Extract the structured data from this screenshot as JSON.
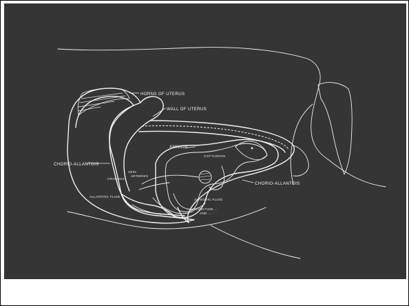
{
  "diagram": {
    "labels": {
      "horns_of_uterus": "HORNS OF UTERUS",
      "wall_of_uterus": "WALL OF UTERUS",
      "amnion": "AMNION",
      "chorio_allantois_left": "CHORIO-ALLANTOIS",
      "chorio_allantois_right": "CHORIO-ALLANTOIS",
      "allantoic_fluid": "ALLANTOIC FLUID",
      "amniotic_fluid": "AMNIOTIC FLUID",
      "cotyledon": "COTYLEDON",
      "urachus": "URACHUS",
      "umbilical_vein": "VEIN",
      "umbilical_arteries": "ARTERIES",
      "junction": "JUNCTION ... ",
      "junction_2": "AND ..."
    },
    "colors": {
      "background": "#353535",
      "line": "#f2f2f2",
      "page": "#ffffff"
    }
  }
}
